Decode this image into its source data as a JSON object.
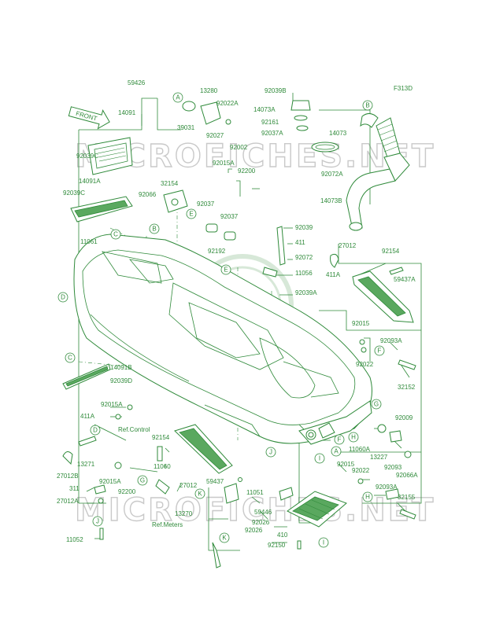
{
  "figure_code": "F313D",
  "watermark": "MICROFICHES.NET",
  "front_arrow": "FRONT",
  "notes": {
    "ref_control": "Ref.Control",
    "ref_meters": "Ref.Meters"
  },
  "parts": {
    "p59426": "59426",
    "p13280": "13280",
    "p92039B": "92039B",
    "p14091": "14091",
    "p92022A": "92022A",
    "p14073A": "14073A",
    "p92161": "92161",
    "p92027": "92027",
    "p39031": "39031",
    "p92037A": "92037A",
    "p92002": "92002",
    "p14073": "14073",
    "p92039C_1": "92039C",
    "p92015A_1": "92015A",
    "p92072A": "92072A",
    "p14091A": "14091A",
    "p32154": "32154",
    "p92200_1": "92200",
    "p92039C_2": "92039C",
    "p92066": "92066",
    "p14073B": "14073B",
    "p92037_1": "92037",
    "p92037_2": "92037",
    "p92039": "92039",
    "p11061": "11061",
    "p411_1": "411",
    "p27012_1": "27012",
    "p92154_1": "92154",
    "p92192": "92192",
    "p92072": "92072",
    "p411A_1": "411A",
    "p11056": "11056",
    "p59437A": "59437A",
    "p92039A": "92039A",
    "p92015_1": "92015",
    "p92093A_1": "92093A",
    "p14091B": "14091B",
    "p92022_1": "92022",
    "p92039D": "92039D",
    "p32152": "32152",
    "p92015A_2": "92015A",
    "p411A_2": "411A",
    "p92009": "92009",
    "p92154_2": "92154",
    "p11060A": "11060A",
    "p13227": "13227",
    "p13271": "13271",
    "p11060": "11060",
    "p92093": "92093",
    "p27012B": "27012B",
    "p92015_2": "92015",
    "p92066A": "92066A",
    "p92015A_3": "92015A",
    "p92022_2": "92022",
    "p311": "311",
    "p92200_2": "92200",
    "p27012_2": "27012",
    "p59437": "59437",
    "p92093A_2": "92093A",
    "p11051": "11051",
    "p32155": "32155",
    "p27012A": "27012A",
    "p59446": "59446",
    "p13270": "13270",
    "p92026_1": "92026",
    "p92026_2": "92026",
    "p410": "410",
    "p11052": "11052",
    "p92150": "92150"
  },
  "callout_letters": {
    "A1": "A",
    "A2": "A",
    "B1": "B",
    "B2": "B",
    "C1": "C",
    "C2": "C",
    "D1": "D",
    "D2": "D",
    "E1": "E",
    "E2": "E",
    "F1": "F",
    "F2": "F",
    "G1": "G",
    "G2": "G",
    "H1": "H",
    "H2": "H",
    "I1": "I",
    "I2": "I",
    "J1": "J",
    "J2": "J",
    "K1": "K",
    "K2": "K"
  },
  "colors": {
    "ink": "#2f8a3a",
    "fill": "#5aa85f",
    "watermark": "#c9c9c9"
  }
}
